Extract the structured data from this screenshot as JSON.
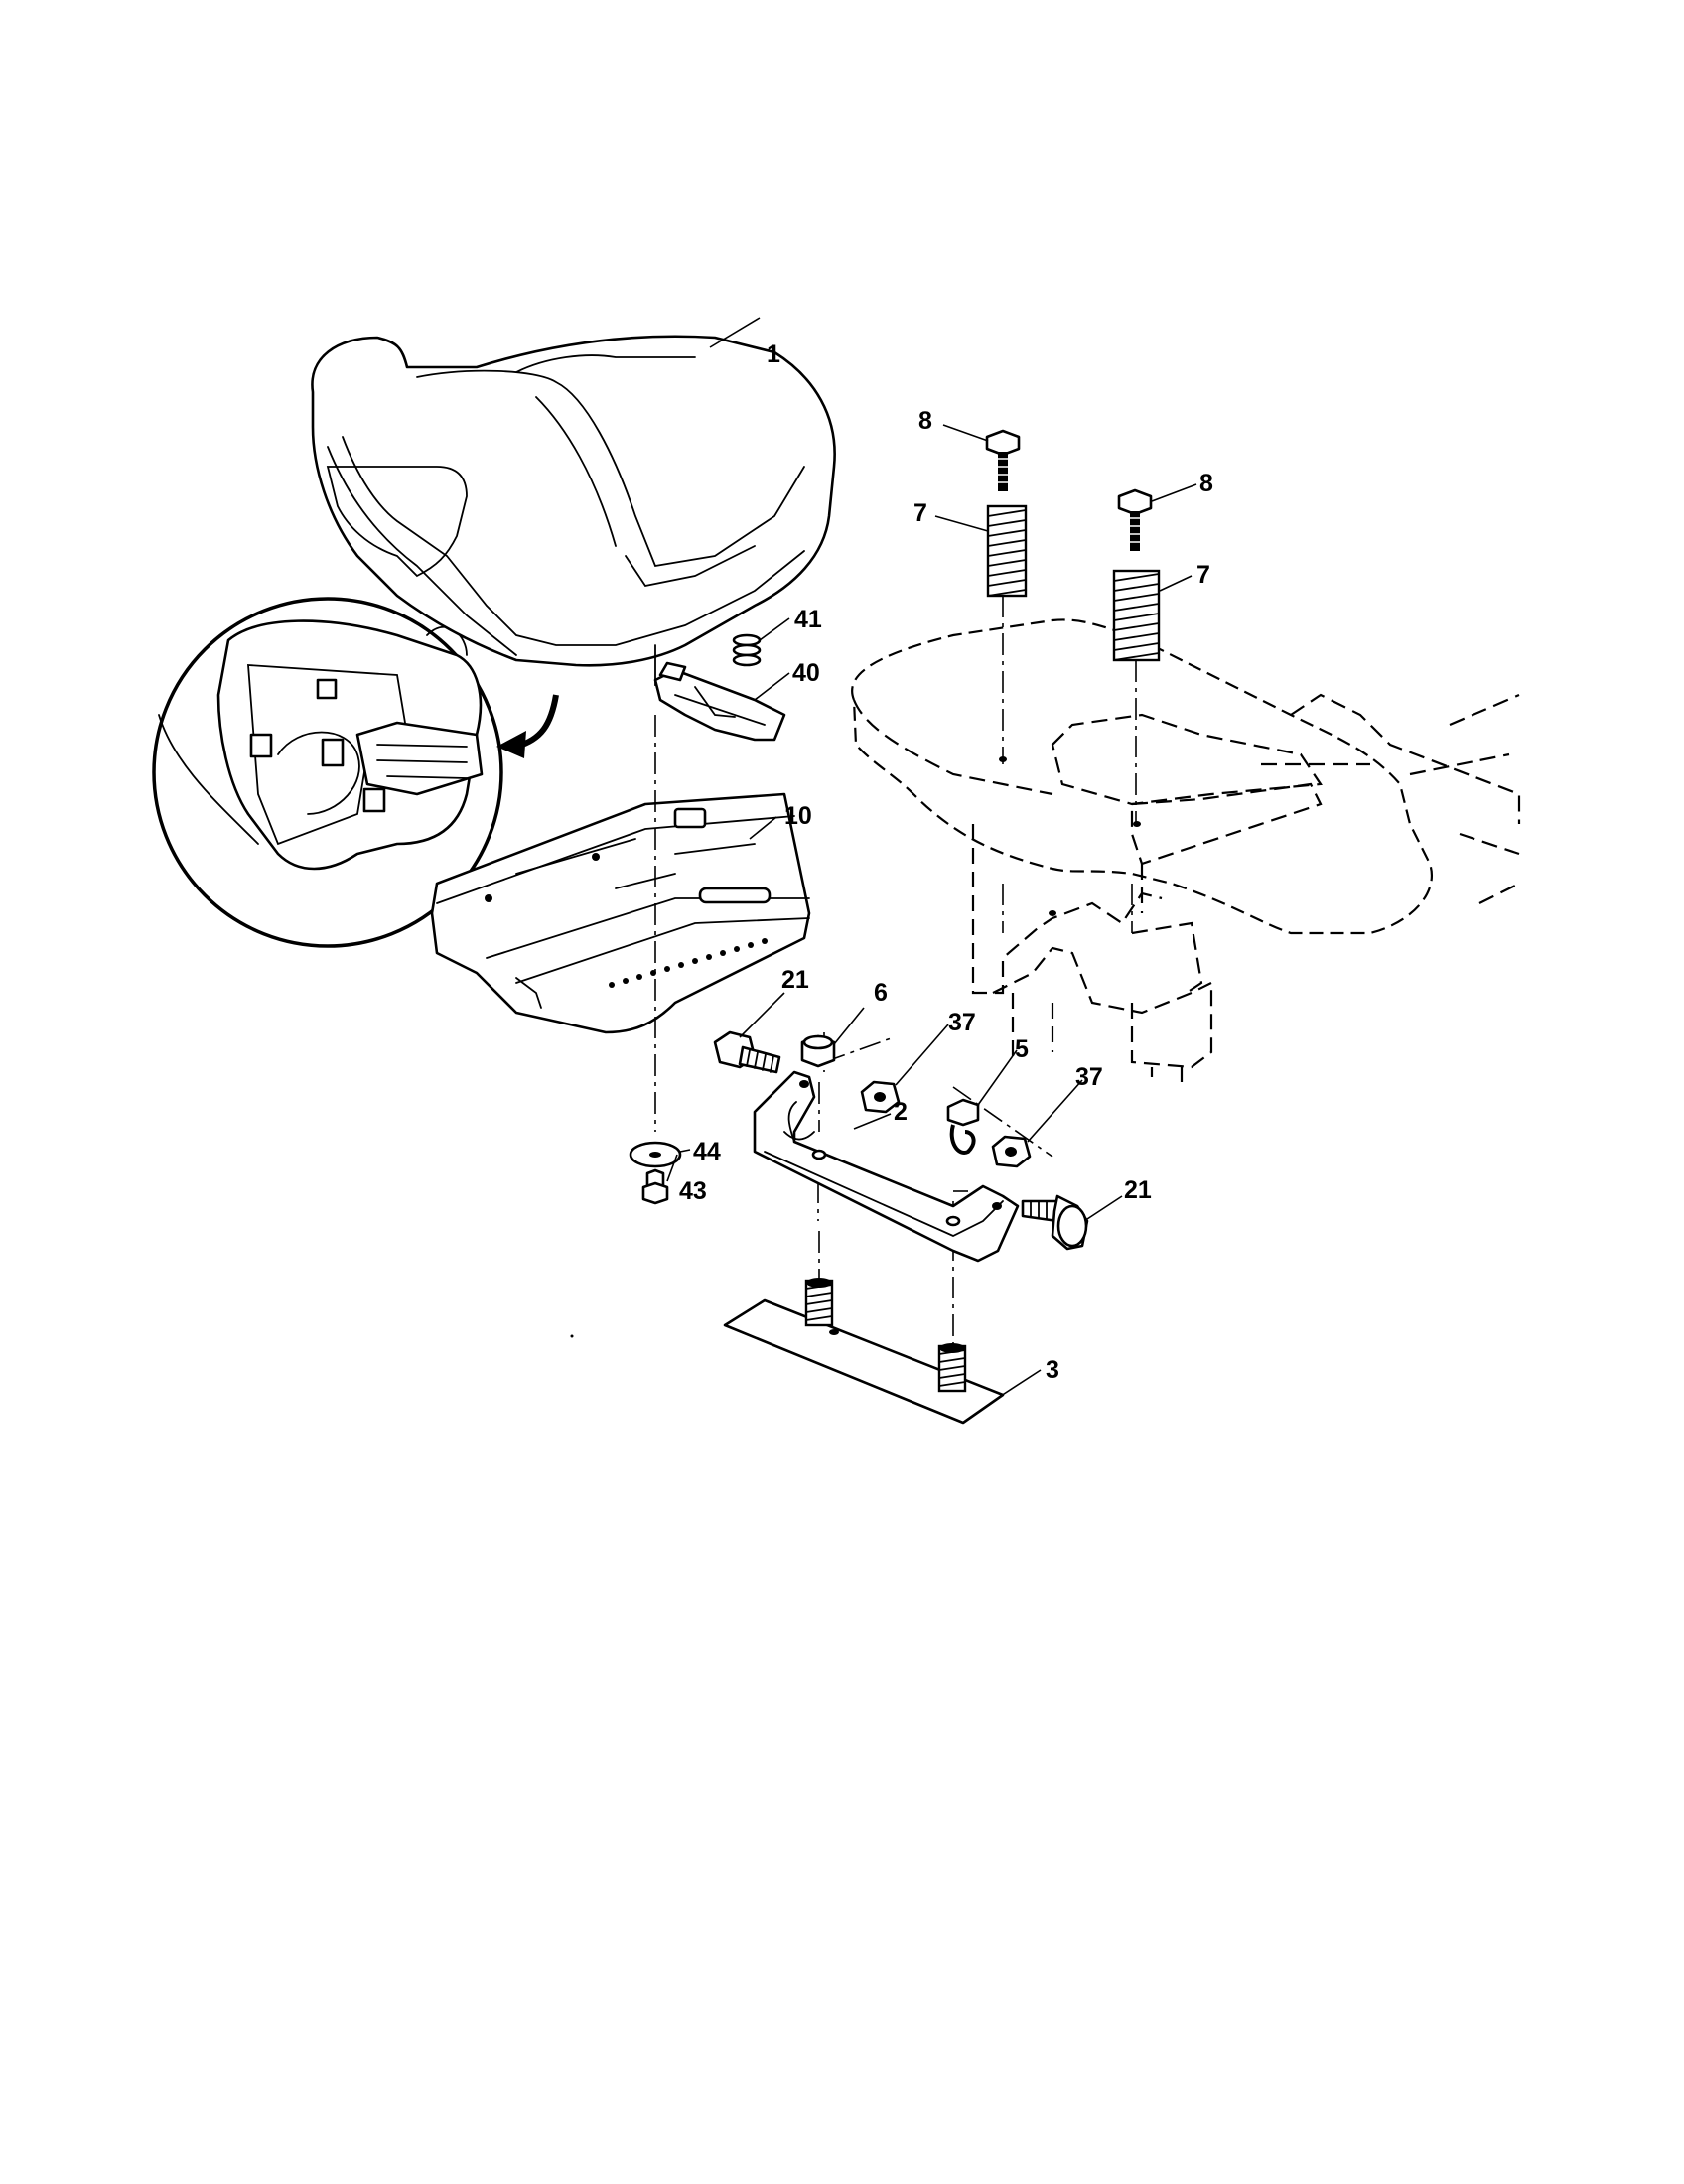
{
  "callouts": [
    {
      "id": "c1",
      "label": "1"
    },
    {
      "id": "c8a",
      "label": "8"
    },
    {
      "id": "c8b",
      "label": "8"
    },
    {
      "id": "c7a",
      "label": "7"
    },
    {
      "id": "c7b",
      "label": "7"
    },
    {
      "id": "c41",
      "label": "41"
    },
    {
      "id": "c40",
      "label": "40"
    },
    {
      "id": "c10",
      "label": "10"
    },
    {
      "id": "c21a",
      "label": "21"
    },
    {
      "id": "c6",
      "label": "6"
    },
    {
      "id": "c37a",
      "label": "37"
    },
    {
      "id": "c5",
      "label": "5"
    },
    {
      "id": "c37b",
      "label": "37"
    },
    {
      "id": "c2",
      "label": "2"
    },
    {
      "id": "c44",
      "label": "44"
    },
    {
      "id": "c43",
      "label": "43"
    },
    {
      "id": "c21b",
      "label": "21"
    },
    {
      "id": "c3",
      "label": "3"
    }
  ],
  "colors": {
    "ink": "#000000",
    "paper": "#ffffff"
  }
}
